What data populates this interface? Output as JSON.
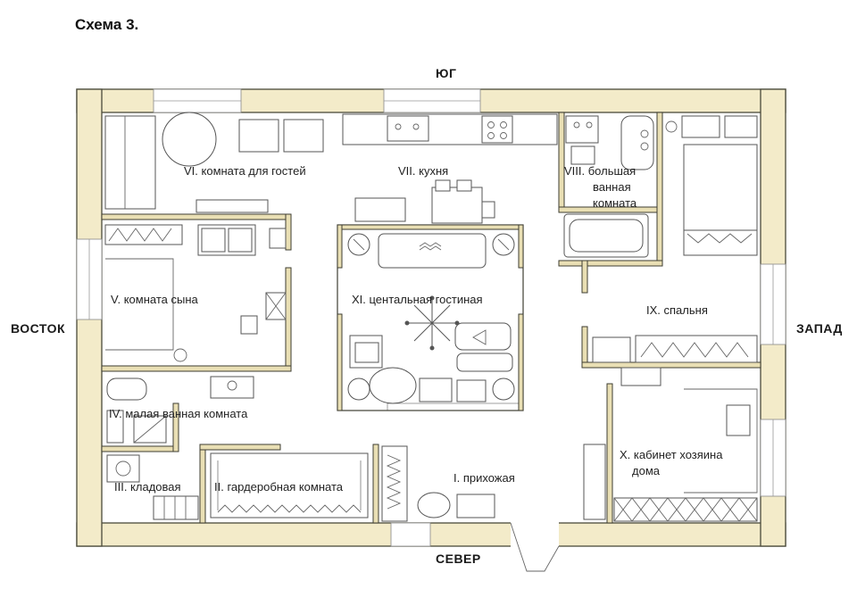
{
  "title": "Схема 3.",
  "compass": {
    "south": "ЮГ",
    "north": "СЕВЕР",
    "east": "ВОСТОК",
    "west": "ЗАПАД"
  },
  "rooms": {
    "hallway": "I. прихожая",
    "wardrobe": "II. гардеробная комната",
    "storage": "III. кладовая",
    "small_bathroom": "IV. малая ванная комната",
    "son_room": "V. комната сына",
    "guest_room": "VI. комната для гостей",
    "kitchen": "VII. кухня",
    "big_bathroom_1": "VIII. большая",
    "big_bathroom_2": "ванная",
    "big_bathroom_3": "комната",
    "bedroom": "IX. спальня",
    "office_1": "X. кабинет хозяина",
    "office_2": "дома",
    "living_room": "XI. центальная гостиная"
  },
  "colors": {
    "wall": "#f3ebc9",
    "inner_wall": "#e9dfb4",
    "outline": "#4a4a3a"
  }
}
